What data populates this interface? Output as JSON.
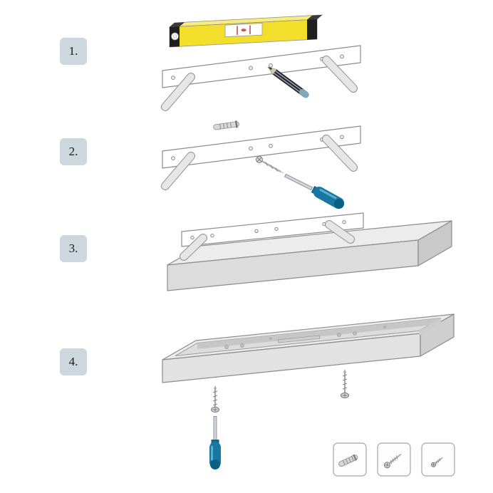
{
  "page": {
    "background": "#ffffff",
    "type": "shelf-mounting-instruction-sheet"
  },
  "steps": [
    {
      "label": "1.",
      "illustration": "spirit-level-on-wall-bracket-pencil-marking"
    },
    {
      "label": "2.",
      "illustration": "wall-anchor-screw-and-screwdriver-on-bracket"
    },
    {
      "label": "3.",
      "illustration": "shelf-board-sliding-onto-bracket-rods"
    },
    {
      "label": "4.",
      "illustration": "underside-of-shelf-secured-with-screws"
    }
  ],
  "legend": {
    "items": [
      {
        "icon": "wall-anchor-icon"
      },
      {
        "icon": "large-screw-icon"
      },
      {
        "icon": "small-screw-icon"
      }
    ]
  },
  "colors": {
    "badge_bg": "#ccd8dd",
    "badge_text": "#1a1a1a",
    "level_yellow": "#f3df2b",
    "level_yellow_top": "#f7ec7d",
    "level_cap_black": "#1f1f1f",
    "vial_red": "#d42a2a",
    "tool_handle_blue": "#1878a2",
    "tool_handle_blue_dark": "#0d5e84",
    "metal_gray": "#a8a8a8",
    "outline_gray": "#8c8c8c",
    "wood_fill": "#ececec"
  }
}
